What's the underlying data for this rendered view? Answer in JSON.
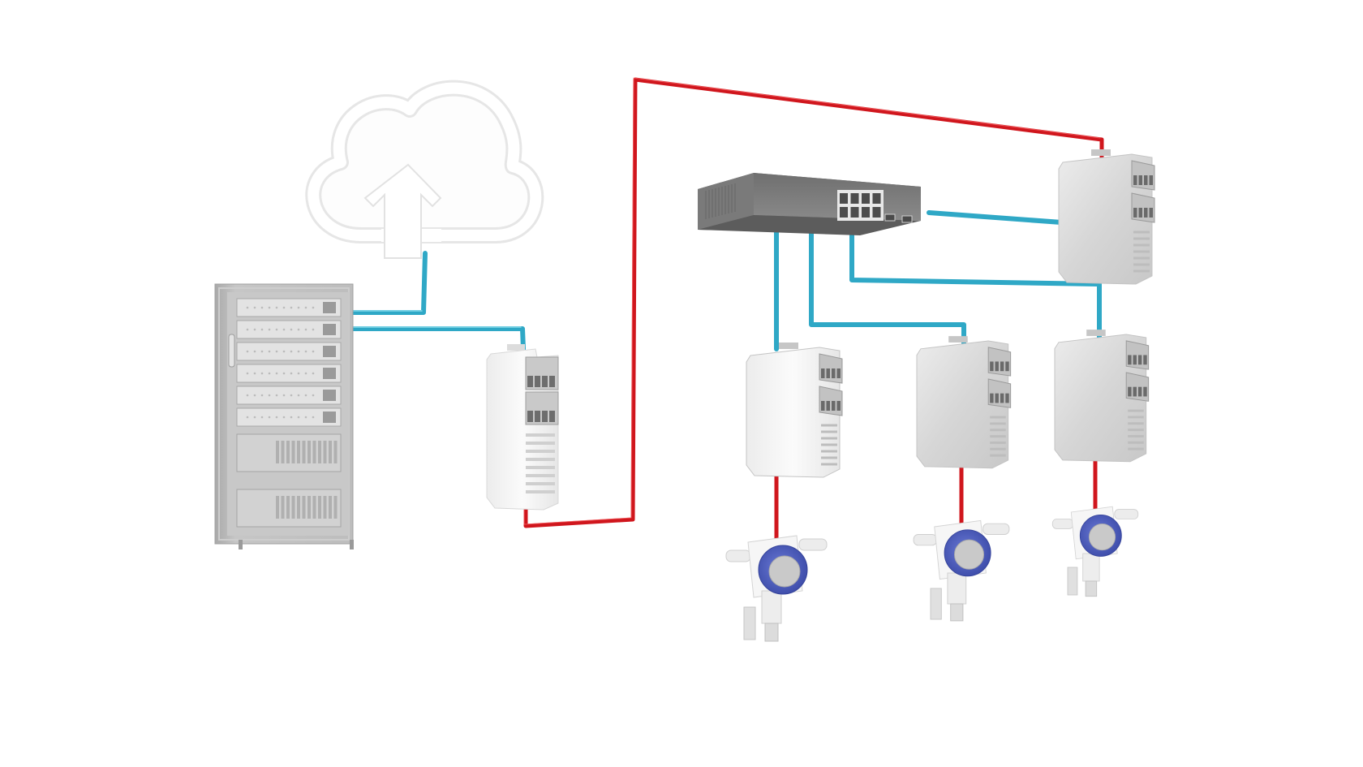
{
  "diagram": {
    "title": "",
    "colors": {
      "background": "#ffffff",
      "ethernet_cable": "#2fa8c6",
      "ethernet_cable_highlight": "#8fe0f2",
      "fieldbus_cable": "#d0161d",
      "fieldbus_cable_highlight": "#ff6a6a",
      "switch_body": "#7d7d7d",
      "rack_body": "#b9b9b9",
      "module_white": "#f4f4f4",
      "module_metal": "#d9d9d9",
      "transmitter_cap": "#4e5fbf"
    },
    "nodes": [
      {
        "id": "cloud",
        "label": "cloud-upload"
      },
      {
        "id": "server-rack",
        "label": "server-rack"
      },
      {
        "id": "gateway-module",
        "label": "gateway-module"
      },
      {
        "id": "ethernet-switch",
        "label": "ethernet-switch",
        "ports": 8,
        "uplink_ports": 2
      },
      {
        "id": "io-module-top-right",
        "label": "io-module"
      },
      {
        "id": "io-module-1",
        "label": "io-module"
      },
      {
        "id": "io-module-2",
        "label": "io-module"
      },
      {
        "id": "io-module-3",
        "label": "io-module"
      },
      {
        "id": "transmitter-1",
        "label": "pressure-transmitter"
      },
      {
        "id": "transmitter-2",
        "label": "pressure-transmitter"
      },
      {
        "id": "transmitter-3",
        "label": "pressure-transmitter"
      }
    ],
    "links": [
      {
        "from": "server-rack",
        "to": "cloud",
        "type": "ethernet"
      },
      {
        "from": "server-rack",
        "to": "gateway-module",
        "type": "ethernet"
      },
      {
        "from": "gateway-module",
        "to": "io-module-top-right",
        "type": "fieldbus"
      },
      {
        "from": "ethernet-switch",
        "to": "io-module-top-right",
        "type": "ethernet"
      },
      {
        "from": "ethernet-switch",
        "to": "io-module-1",
        "type": "ethernet"
      },
      {
        "from": "ethernet-switch",
        "to": "io-module-2",
        "type": "ethernet"
      },
      {
        "from": "ethernet-switch",
        "to": "io-module-3",
        "type": "ethernet"
      },
      {
        "from": "io-module-1",
        "to": "transmitter-1",
        "type": "fieldbus"
      },
      {
        "from": "io-module-2",
        "to": "transmitter-2",
        "type": "fieldbus"
      },
      {
        "from": "io-module-3",
        "to": "transmitter-3",
        "type": "fieldbus"
      }
    ]
  }
}
